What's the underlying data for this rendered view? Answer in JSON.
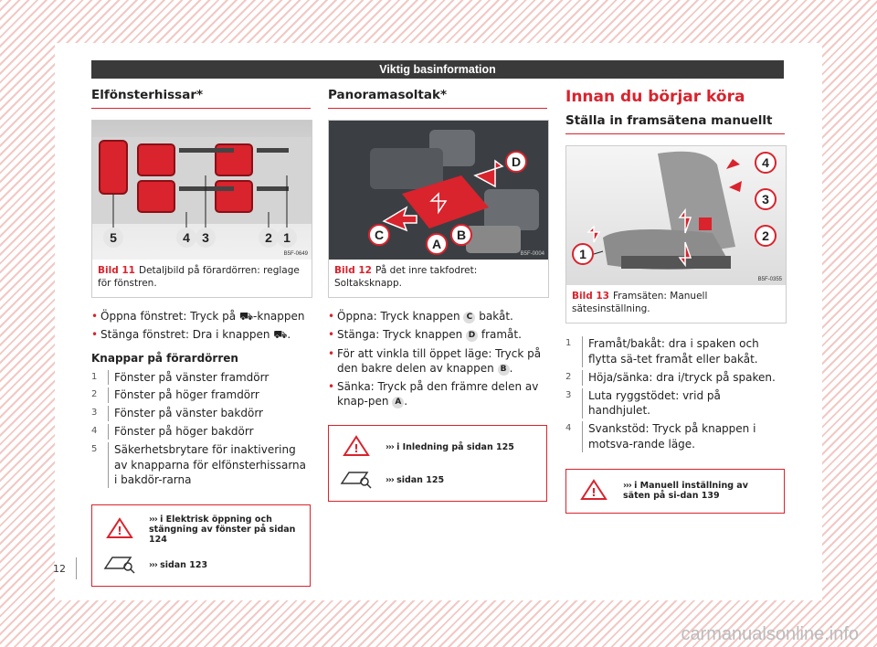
{
  "header": "Viktig basinformation",
  "col1": {
    "title": "Elfönsterhissar*",
    "figure": {
      "label": "Bild 11",
      "caption": "Detaljbild på förardörren: reglage för fönstren.",
      "ref": "B5F-0649",
      "callouts": [
        "5",
        "4",
        "3",
        "2",
        "1"
      ]
    },
    "bullets": [
      "Öppna fönstret: Tryck på ⛟-knappen",
      "Stänga fönstret: Dra i knappen ⛟."
    ],
    "subheading": "Knappar på förardörren",
    "items": [
      {
        "n": "1",
        "text": "Fönster på vänster framdörr"
      },
      {
        "n": "2",
        "text": "Fönster på höger framdörr"
      },
      {
        "n": "3",
        "text": "Fönster på vänster bakdörr"
      },
      {
        "n": "4",
        "text": "Fönster på höger bakdörr"
      },
      {
        "n": "5",
        "text": "Säkerhetsbrytare för inaktivering av knapparna för elfönsterhissarna i bakdör-rarna"
      }
    ],
    "warning": {
      "prefix": "›››",
      "text": "i Elektrisk öppning och stängning av fönster på sidan 124"
    },
    "manual": {
      "prefix": "›››",
      "text": "sidan 123"
    }
  },
  "col2": {
    "title": "Panoramasoltak*",
    "figure": {
      "label": "Bild 12",
      "caption": "På det inre takfodret: Soltaksknapp.",
      "ref": "B5F-0004",
      "callouts": [
        "D",
        "C",
        "A",
        "B"
      ]
    },
    "bullets": [
      {
        "pre": "Öppna: Tryck knappen",
        "btn": "C",
        "post": "bakåt."
      },
      {
        "pre": "Stänga: Tryck knappen",
        "btn": "D",
        "post": "framåt."
      },
      {
        "pre": "För att vinkla till öppet läge: Tryck på den bakre delen av knappen",
        "btn": "B",
        "post": "."
      },
      {
        "pre": "Sänka: Tryck på den främre delen av knap-pen",
        "btn": "A",
        "post": "."
      }
    ],
    "warning": {
      "prefix": "›››",
      "text": "i Inledning på sidan 125"
    },
    "manual": {
      "prefix": "›››",
      "text": "sidan 125"
    }
  },
  "col3": {
    "title": "Innan du börjar köra",
    "subtitle": "Ställa in framsätena manuellt",
    "figure": {
      "label": "Bild 13",
      "caption": "Framsäten: Manuell sätesinställning.",
      "ref": "B5F-0355",
      "callouts": [
        "4",
        "3",
        "2",
        "1"
      ]
    },
    "items": [
      {
        "n": "1",
        "text": "Framåt/bakåt: dra i spaken och flytta sä-tet framåt eller bakåt."
      },
      {
        "n": "2",
        "text": "Höja/sänka: dra i/tryck på spaken."
      },
      {
        "n": "3",
        "text": "Luta ryggstödet: vrid på handhjulet."
      },
      {
        "n": "4",
        "text": "Svankstöd: Tryck på knappen i motsva-rande läge."
      }
    ],
    "warning": {
      "prefix": "›››",
      "text": "i Manuell inställning av säten på si-dan 139"
    }
  },
  "page_number": "12",
  "watermark": "carmanualsonline.info",
  "colors": {
    "accent": "#d9232d",
    "header": "#3a3a3a"
  }
}
